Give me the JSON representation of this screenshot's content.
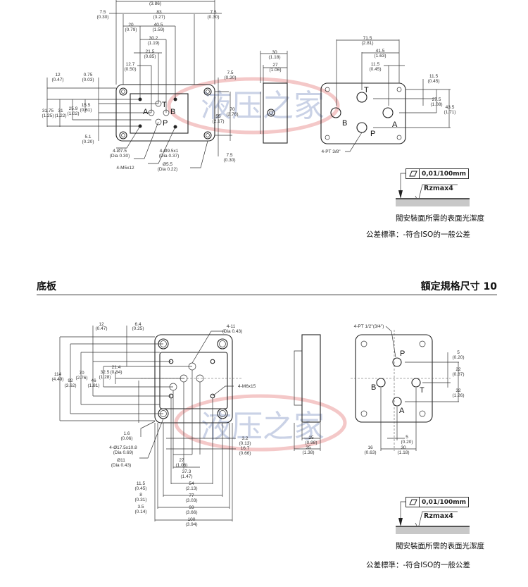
{
  "drawing1": {
    "top_dims": [
      {
        "mm": "7.5",
        "in": "(0.30)"
      },
      {
        "mm": "83",
        "in": "(3.27)"
      },
      {
        "mm": "7.5",
        "in": "(0.30)"
      },
      {
        "mm": "",
        "in": "(3.86)"
      },
      {
        "mm": "20",
        "in": "(0.79)"
      },
      {
        "mm": "40.5",
        "in": "(1.59)"
      },
      {
        "mm": "30.2",
        "in": "(1.19)"
      },
      {
        "mm": "21.5",
        "in": "(0.85)"
      },
      {
        "mm": "12.7",
        "in": "(0.50)"
      }
    ],
    "left_dims": [
      {
        "mm": "12",
        "in": "(0.47)"
      },
      {
        "mm": "0.75",
        "in": "(0.03)"
      },
      {
        "mm": "15.5",
        "in": "(0.61)"
      },
      {
        "mm": "31.75",
        "in": "(1.25)"
      },
      {
        "mm": "31",
        "in": "(1.22)"
      },
      {
        "mm": "25.9",
        "in": "(1.02)"
      },
      {
        "mm": "5.1",
        "in": "(0.20)"
      }
    ],
    "right_dims": [
      {
        "mm": "7.5",
        "in": "(0.30)"
      },
      {
        "mm": "55",
        "in": "(2.17)"
      },
      {
        "mm": "70",
        "in": "(2.76)"
      },
      {
        "mm": "7.5",
        "in": "(0.30)"
      }
    ],
    "callouts": [
      {
        "a": "4-Ø7.5",
        "b": "(Dia 0.30)"
      },
      {
        "a": "4-Ø9.5x1",
        "b": "(Dia 0.37)"
      },
      {
        "a": "4-M5x12",
        "b": ""
      },
      {
        "a": "Ø5.5",
        "b": "(Dia 0.22)"
      }
    ],
    "ports": {
      "A": "A",
      "B": "B",
      "P": "P",
      "T": "T"
    },
    "side_dims": [
      {
        "mm": "30",
        "in": "(1.18)"
      },
      {
        "mm": "27",
        "in": "(1.06)"
      }
    ],
    "bottom_view_dims": [
      {
        "mm": "71.5",
        "in": "(2.81)"
      },
      {
        "mm": "41.5",
        "in": "(1.63)"
      },
      {
        "mm": "11.5",
        "in": "(0.45)"
      },
      {
        "mm": "11.5",
        "in": "(0.45)"
      },
      {
        "mm": "27.5",
        "in": "(1.08)"
      },
      {
        "mm": "43.5",
        "in": "(1.71)"
      }
    ],
    "port_thread": "4-PT 3/8\""
  },
  "notes1": {
    "flatness": "0,01/100mm",
    "roughness": "Rzmax4",
    "surface_note": "閥安裝面所需的表面光潔度",
    "tolerance_note": "公差標準：-符合ISO的一般公差"
  },
  "section": {
    "title": "底板",
    "size_label": "額定規格尺寸 10"
  },
  "drawing2": {
    "top_dims": [
      {
        "mm": "12",
        "in": "(0.47)"
      },
      {
        "mm": "6.4",
        "in": "(0.25)"
      }
    ],
    "left_dims": [
      {
        "mm": "114",
        "in": "(4.49)"
      },
      {
        "mm": "92",
        "in": "(3.62)"
      },
      {
        "mm": "70",
        "in": "(2.76)"
      },
      {
        "mm": "46",
        "in": "(1.81)"
      },
      {
        "mm": "32.5",
        "in": "(1.28)"
      },
      {
        "mm": "21.4",
        "in": "(0.84)"
      }
    ],
    "callouts": [
      {
        "a": "4-11",
        "b": "(Dia 0.43)"
      },
      {
        "a": "4-M6x15",
        "b": ""
      },
      {
        "a": "1.6",
        "b": "(0.06)"
      },
      {
        "a": "4-Ø17.5x10.8",
        "b": "(Dia 0.69)"
      },
      {
        "a": "Ø11",
        "b": "(Dia 0.43)"
      }
    ],
    "bottom_dims": [
      {
        "mm": "3.2",
        "in": "(0.13)"
      },
      {
        "mm": "16.7",
        "in": "(0.66)"
      },
      {
        "mm": "27",
        "in": "(1.06)"
      },
      {
        "mm": "37.3",
        "in": "(1.47)"
      },
      {
        "mm": "11.5",
        "in": "(0.45)"
      },
      {
        "mm": "54",
        "in": "(2.13)"
      },
      {
        "mm": "8",
        "in": "(0.31)"
      },
      {
        "mm": "77",
        "in": "(3.03)"
      },
      {
        "mm": "3.5",
        "in": "(0.14)"
      },
      {
        "mm": "93",
        "in": "(3.66)"
      },
      {
        "mm": "100",
        "in": "(3.94)"
      }
    ],
    "side_dims": [
      {
        "mm": "25",
        "in": "(0.98)"
      },
      {
        "mm": "35",
        "in": "(1.38)"
      }
    ],
    "bottom_view_dims": [
      {
        "mm": "5",
        "in": "(0.20)"
      },
      {
        "mm": "22",
        "in": "(0.87)"
      },
      {
        "mm": "32",
        "in": "(1.26)"
      },
      {
        "mm": "5",
        "in": "(0.20)"
      },
      {
        "mm": "16",
        "in": "(0.63)"
      },
      {
        "mm": "30",
        "in": "(1.18)"
      }
    ],
    "ports": {
      "A": "A",
      "B": "B",
      "P": "P",
      "T": "T"
    },
    "port_thread": "4-PT 1/2\"(3/4\")"
  },
  "notes2": {
    "flatness": "0,01/100mm",
    "roughness": "Rzmax4",
    "surface_note": "閥安裝面所需的表面光潔度",
    "tolerance_note": "公差標準：-符合ISO的一般公差"
  },
  "watermark": {
    "text": "液压之家"
  }
}
